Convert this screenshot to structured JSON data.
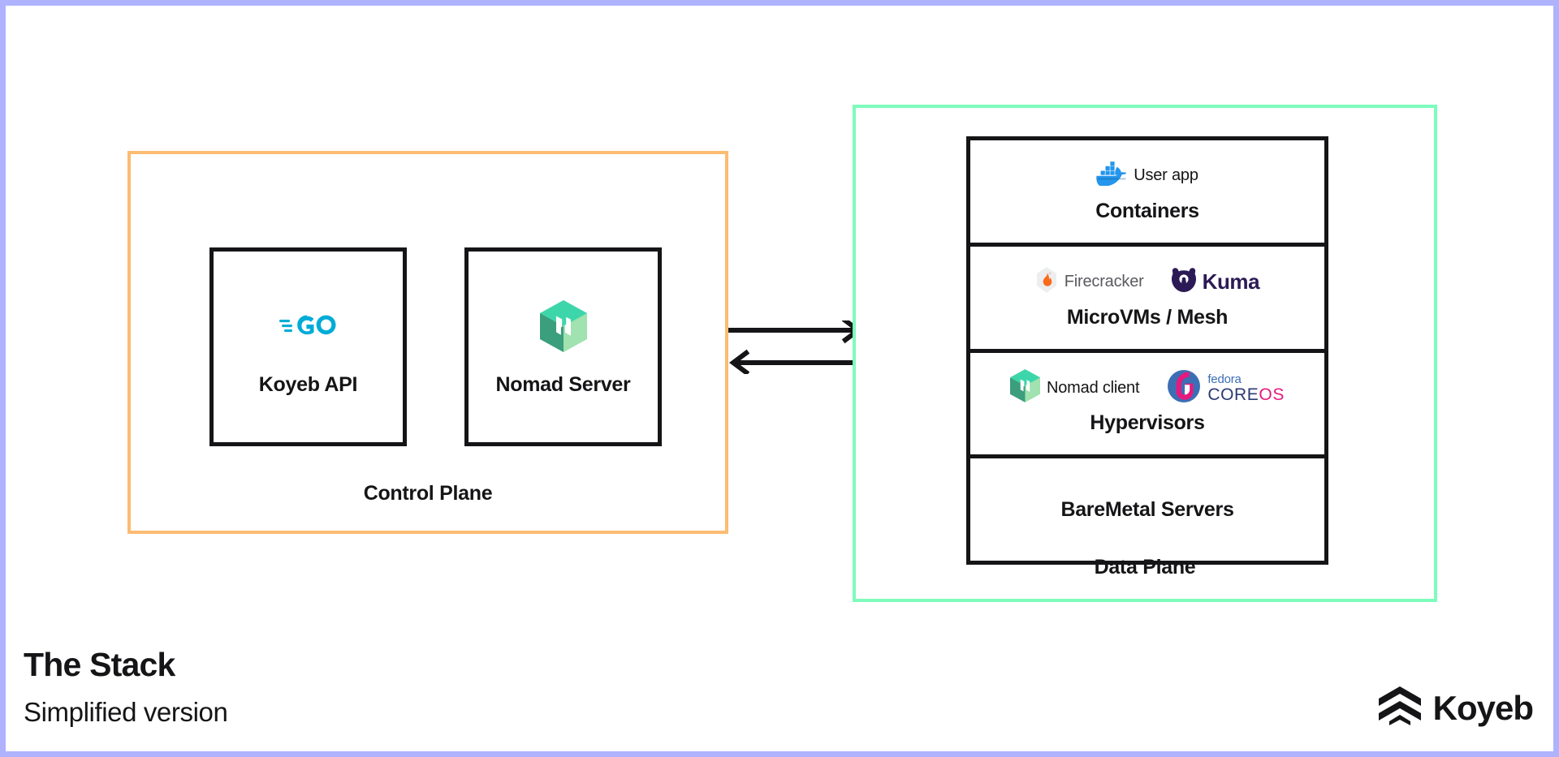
{
  "page": {
    "border_color": "#afb2fd",
    "background": "#ffffff"
  },
  "control_plane": {
    "label": "Control Plane",
    "border_color": "#fbbc72",
    "boxes": [
      {
        "title": "Koyeb API",
        "logo": "go-logo"
      },
      {
        "title": "Nomad Server",
        "logo": "nomad-logo"
      }
    ]
  },
  "connectors": {
    "top_arrow": "arrow-right",
    "bottom_arrow": "arrow-left"
  },
  "data_plane": {
    "label": "Data Plane",
    "border_color": "#7dfcbc",
    "rows": [
      {
        "title": "Containers",
        "logos": [
          {
            "icon": "docker-icon",
            "text": "User app"
          }
        ]
      },
      {
        "title": "MicroVMs / Mesh",
        "logos": [
          {
            "icon": "firecracker-icon",
            "text": "Firecracker"
          },
          {
            "icon": "kuma-icon",
            "text": "Kuma"
          }
        ]
      },
      {
        "title": "Hypervisors",
        "logos": [
          {
            "icon": "nomad-icon",
            "text": "Nomad client"
          },
          {
            "icon": "fedora-coreos-icon",
            "text_top": "fedora",
            "text_core": "CORE",
            "text_os": "OS"
          }
        ]
      },
      {
        "title": "BareMetal Servers",
        "logos": []
      }
    ]
  },
  "footer": {
    "title": "The Stack",
    "subtitle": "Simplified version",
    "brand_name": "Koyeb",
    "brand_icon": "koyeb-chevron-logo"
  }
}
